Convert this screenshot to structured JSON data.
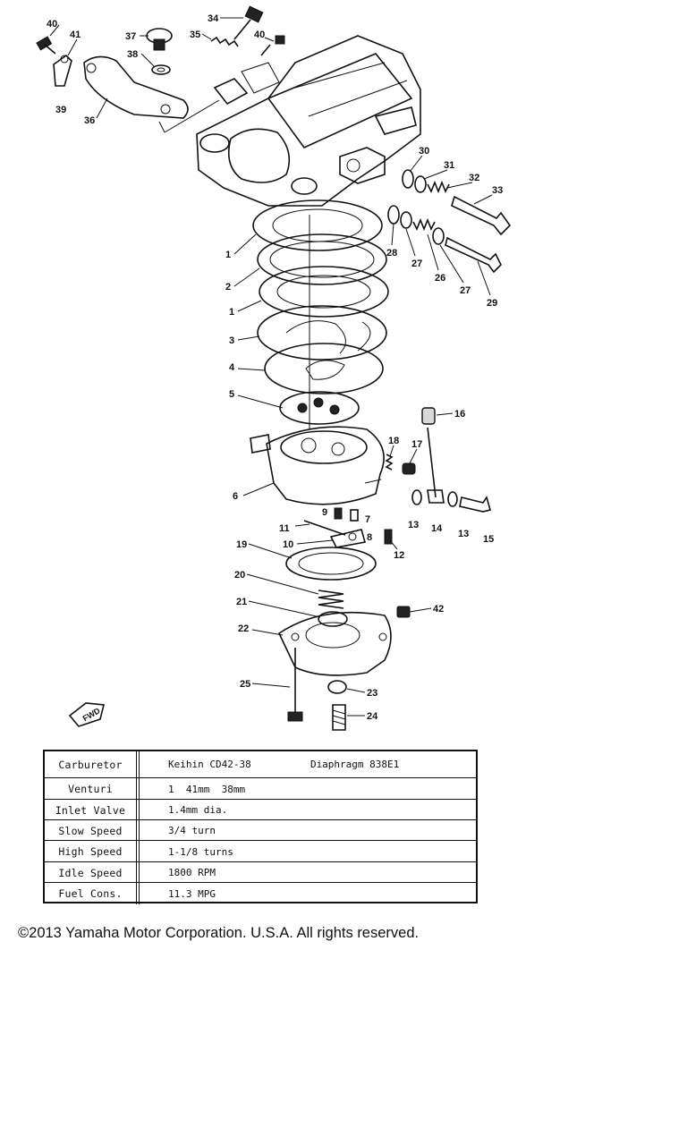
{
  "diagram": {
    "callouts": [
      "40",
      "41",
      "39",
      "36",
      "37",
      "38",
      "34",
      "35",
      "40",
      "30",
      "31",
      "32",
      "33",
      "1",
      "2",
      "1",
      "3",
      "4",
      "5",
      "28",
      "27",
      "26",
      "27",
      "29",
      "16",
      "18",
      "17",
      "6",
      "9",
      "7",
      "11",
      "8",
      "10",
      "12",
      "13",
      "14",
      "13",
      "15",
      "19",
      "20",
      "21",
      "42",
      "22",
      "25",
      "23",
      "24"
    ],
    "fwd_marker": "FWD"
  },
  "spec_table": {
    "rows": [
      {
        "label": "Carburetor",
        "value": "Keihin CD42-38          Diaphragm 838E1"
      },
      {
        "label": "Venturi",
        "value": "1  41mm  38mm"
      },
      {
        "label": "Inlet Valve",
        "value": "1.4mm dia."
      },
      {
        "label": "Slow Speed",
        "value": "3/4 turn"
      },
      {
        "label": "High Speed",
        "value": "1-1/8 turns"
      },
      {
        "label": "Idle Speed",
        "value": "1800 RPM"
      },
      {
        "label": "Fuel Cons.",
        "value": "11.3 MPG"
      }
    ]
  },
  "copyright": "©2013 Yamaha Motor Corporation. U.S.A. All rights reserved."
}
